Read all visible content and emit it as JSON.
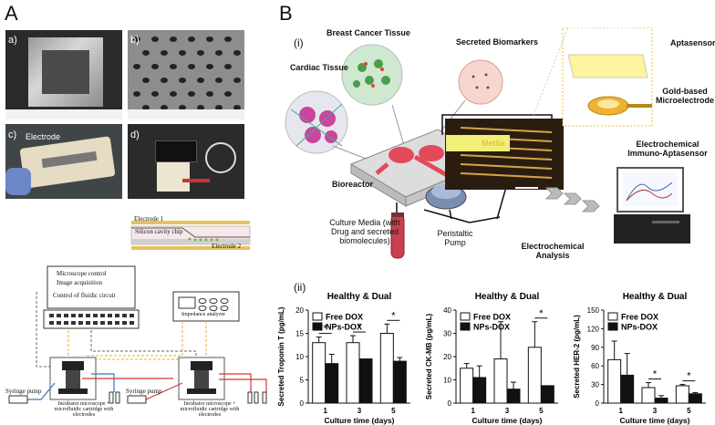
{
  "panels": {
    "a_letter": "A",
    "b_letter": "B",
    "i_label": "(i)",
    "ii_label": "(ii)"
  },
  "panel_a": {
    "photo_labels": [
      "a)",
      "b)",
      "c)",
      "d)"
    ],
    "electrode_label": "Electrode",
    "chip": {
      "electrode1": "Electrode 1",
      "silicon": "Silicon cavity chip",
      "electrode2": "Electrode 2"
    },
    "setup": {
      "computer_lines": [
        "Microscope control",
        "Image acquisition",
        "Control of fluidic circuit"
      ],
      "impedance": "Impedance analyzer",
      "syringe1": "Syringe pump",
      "syringe2": "Syringe pump",
      "incubator1": "Incubator microscope + microfluidic cartridge with electrodes",
      "incubator2": "Incubator microscope + microfluidic cartridge with electrodes"
    }
  },
  "panel_b": {
    "labels": {
      "breast": "Breast Cancer Tissue",
      "secreted": "Secreted Biomarkers",
      "cardiac": "Cardiac Tissue",
      "aptasensor": "Aptasensor",
      "gold": "Gold-based Microelectrode",
      "media": "Media",
      "echem_immuno": "Electrochemical Immuno-Aptasensor",
      "bioreactor": "Bioreactor",
      "culture": "Culture Media (with Drug and secreted biomolecules)",
      "peristaltic": "Peristaltic Pump",
      "echem_analysis": "Electrochemical Analysis"
    }
  },
  "chart_data": [
    {
      "type": "bar",
      "title": "Healthy & Dual",
      "ylabel": "Secreted Troponin T (pg/mL)",
      "xlabel": "Culture time (days)",
      "categories": [
        "1",
        "3",
        "5"
      ],
      "ylim": [
        0,
        20
      ],
      "yticks": [
        "0",
        "5",
        "10",
        "15",
        "20"
      ],
      "series": [
        {
          "name": "Free DOX",
          "values": [
            13,
            13,
            15
          ],
          "errors": [
            1.2,
            1.5,
            2
          ]
        },
        {
          "name": "NPs-DOX",
          "values": [
            8.5,
            9.5,
            9
          ],
          "errors": [
            2,
            0,
            0.8
          ]
        }
      ],
      "significance": [
        "*",
        "*",
        "*"
      ]
    },
    {
      "type": "bar",
      "title": "Healthy & Dual",
      "ylabel": "Secreted CK-MB (pg/mL)",
      "xlabel": "Culture time (days)",
      "categories": [
        "1",
        "3",
        "5"
      ],
      "ylim": [
        0,
        40
      ],
      "yticks": [
        "0",
        "10",
        "20",
        "30",
        "40"
      ],
      "series": [
        {
          "name": "Free DOX",
          "values": [
            15,
            19,
            24
          ],
          "errors": [
            2,
            16,
            11
          ]
        },
        {
          "name": "NPs-DOX",
          "values": [
            11,
            6,
            7.5
          ],
          "errors": [
            5,
            3,
            0
          ]
        }
      ],
      "significance": [
        "",
        "",
        "*"
      ]
    },
    {
      "type": "bar",
      "title": "Healthy & Dual",
      "ylabel": "Secreted HER-2 (pg/mL)",
      "xlabel": "Culture time (days)",
      "categories": [
        "1",
        "3",
        "5"
      ],
      "ylim": [
        0,
        150
      ],
      "yticks": [
        "0",
        "30",
        "60",
        "90",
        "120",
        "150"
      ],
      "series": [
        {
          "name": "Free DOX",
          "values": [
            70,
            25,
            28
          ],
          "errors": [
            30,
            8,
            2
          ]
        },
        {
          "name": "NPs-DOX",
          "values": [
            45,
            8,
            15
          ],
          "errors": [
            35,
            4,
            2
          ]
        }
      ],
      "significance": [
        "",
        "*",
        "*"
      ]
    }
  ]
}
